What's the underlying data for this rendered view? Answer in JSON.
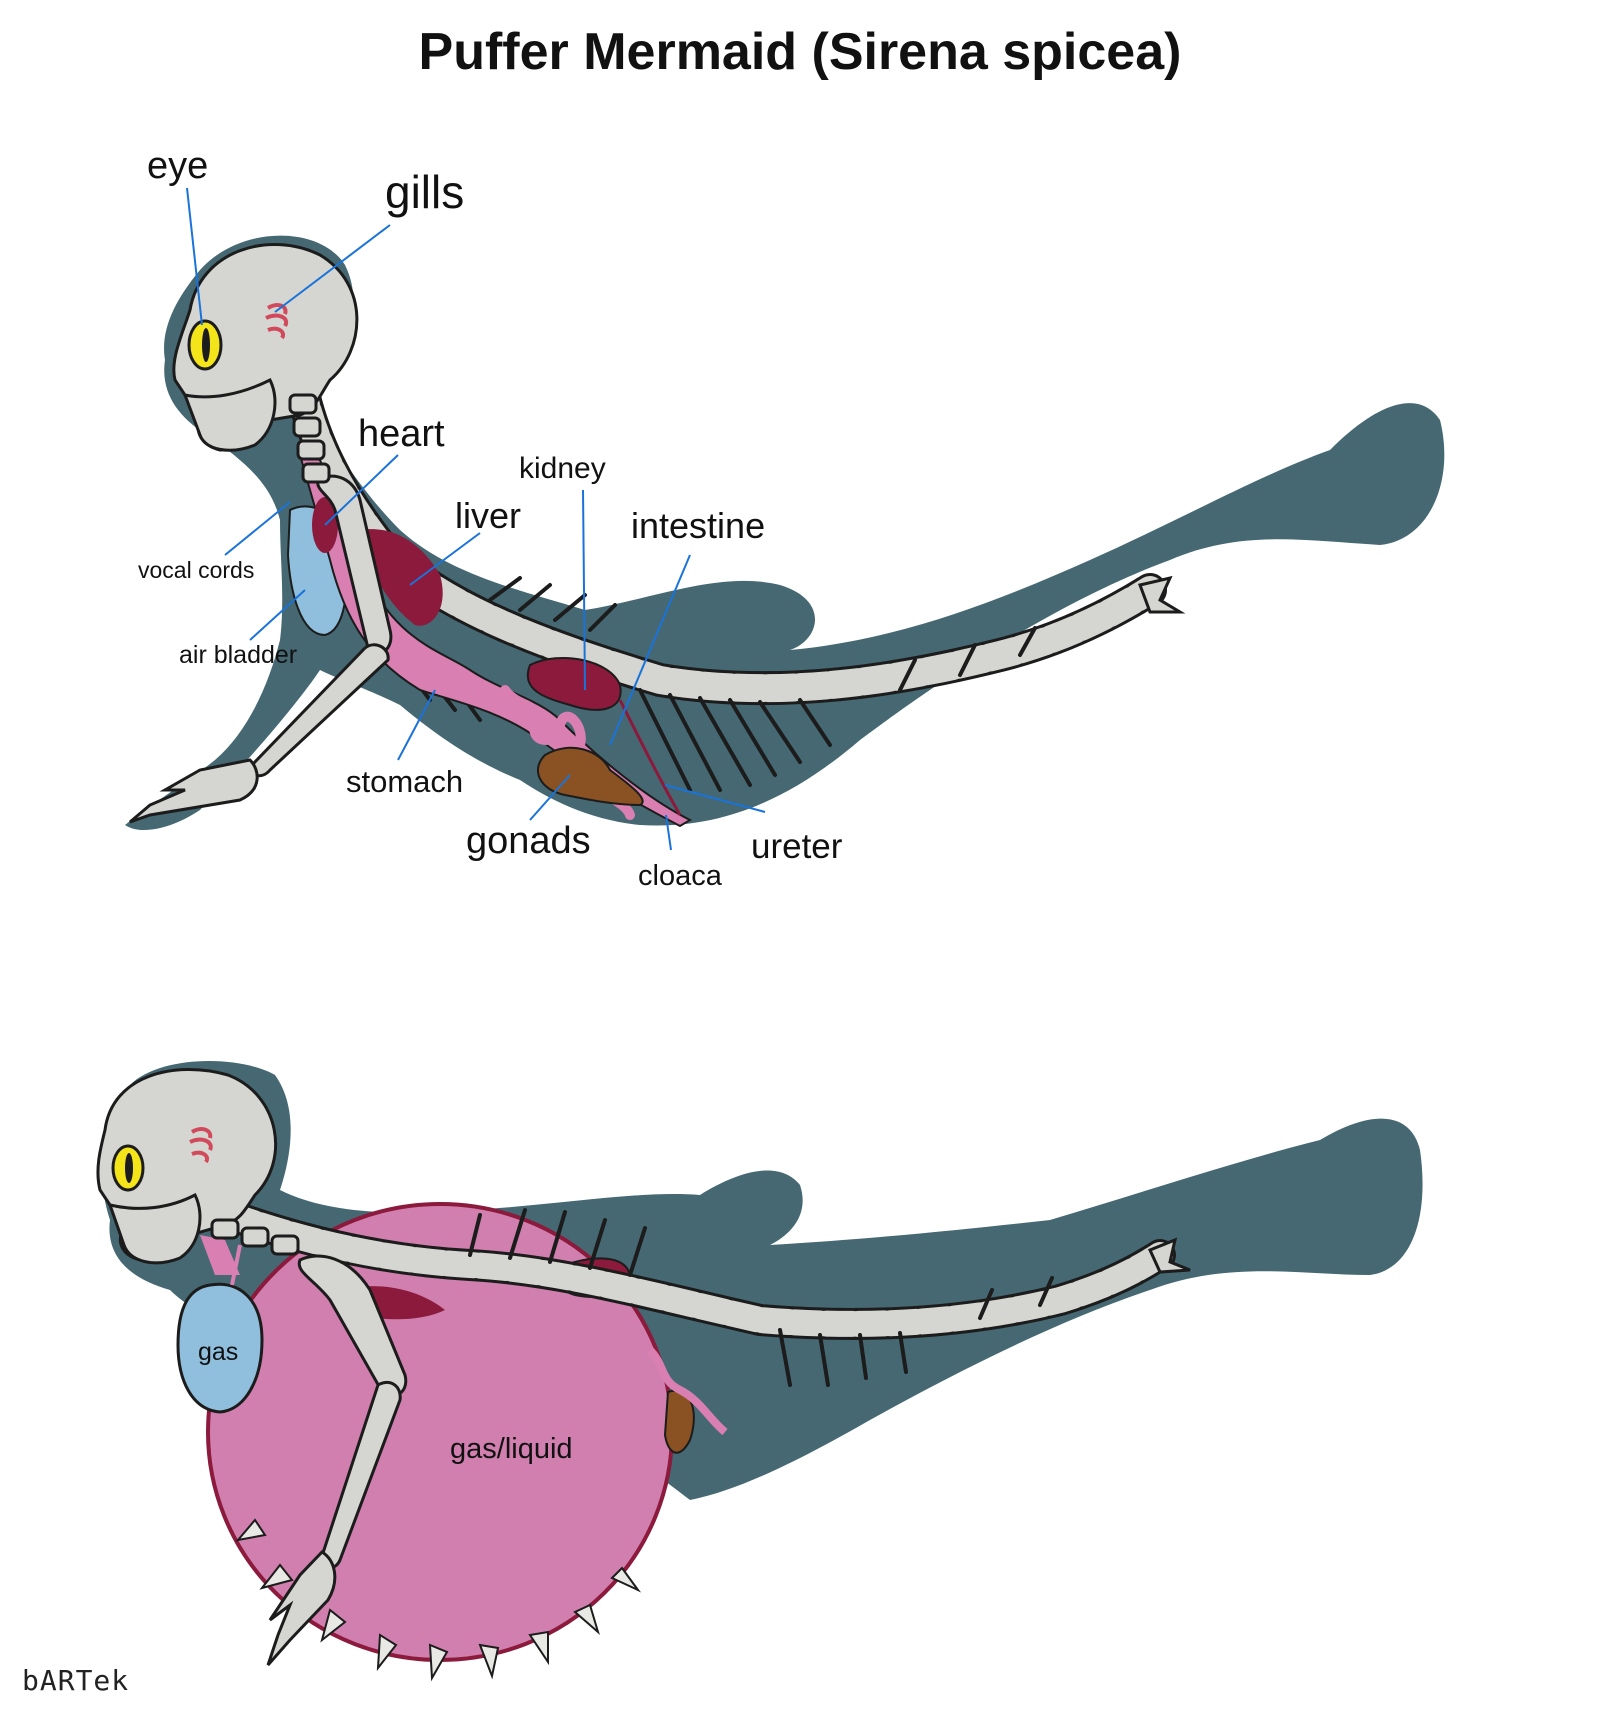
{
  "title": "Puffer Mermaid (Sirena spicea)",
  "labels_top": {
    "eye": "eye",
    "gills": "gills",
    "heart": "heart",
    "kidney": "kidney",
    "liver": "liver",
    "intestine": "intestine",
    "vocal_cords": "vocal cords",
    "air_bladder": "air bladder",
    "stomach": "stomach",
    "gonads": "gonads",
    "cloaca": "cloaca",
    "ureter": "ureter"
  },
  "labels_bottom": {
    "gas": "gas",
    "gas_liquid": "gas/liquid"
  },
  "signature": "bARTek",
  "colors": {
    "body": "#456872",
    "bone": "#d5d6d1",
    "organ_pink": "#d97fb2",
    "organ_dark": "#8b1a3c",
    "air_bladder": "#8fbfdc",
    "gonads": "#8a5222",
    "eye": "#f4e41a",
    "inflated_sac": "#d07fae",
    "leader_line": "#1a73d9"
  }
}
